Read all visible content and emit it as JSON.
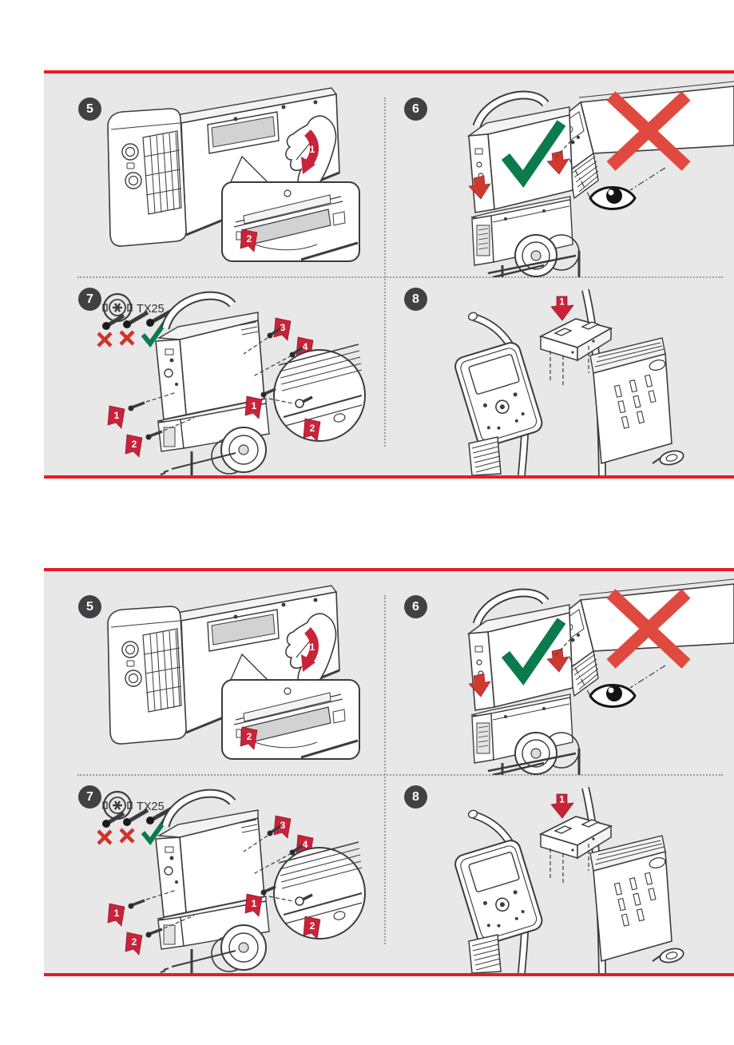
{
  "colors": {
    "accent_red": "#e81c25",
    "panel_background": "#e8e8e8",
    "page_background": "#ffffff",
    "badge_background": "#414042",
    "line_art": "#3c3c3c",
    "flag_red": "#c9233a",
    "cross_red": "#e0493f",
    "check_green": "#0b7a4d"
  },
  "panels": [
    {
      "steps": [
        {
          "number": "5",
          "icons": [
            "hand-icon",
            "red-arrow",
            "inset-detail"
          ],
          "callouts": [
            "1",
            "2"
          ]
        },
        {
          "number": "6",
          "icons": [
            "green-checkmark",
            "red-cross",
            "red-arrow-down",
            "eye-icon"
          ],
          "callouts": []
        },
        {
          "number": "7",
          "tool_label": "TX25",
          "icons": [
            "torx-bit-icon",
            "red-cross",
            "red-cross",
            "green-checkmark",
            "inset-detail"
          ],
          "callouts": [
            "1",
            "2",
            "3",
            "4"
          ],
          "inset_callouts": [
            "1",
            "2"
          ]
        },
        {
          "number": "8",
          "icons": [
            "red-arrow-down"
          ],
          "callouts": [
            "1"
          ]
        }
      ]
    },
    {
      "steps": [
        {
          "number": "5",
          "icons": [
            "hand-icon",
            "red-arrow",
            "inset-detail"
          ],
          "callouts": [
            "1",
            "2"
          ]
        },
        {
          "number": "6",
          "icons": [
            "green-checkmark",
            "red-cross",
            "red-arrow-down",
            "eye-icon"
          ],
          "callouts": []
        },
        {
          "number": "7",
          "tool_label": "TX25",
          "icons": [
            "torx-bit-icon",
            "red-cross",
            "red-cross",
            "green-checkmark",
            "inset-detail"
          ],
          "callouts": [
            "1",
            "2",
            "3",
            "4"
          ],
          "inset_callouts": [
            "1",
            "2"
          ]
        },
        {
          "number": "8",
          "icons": [
            "red-arrow-down"
          ],
          "callouts": [
            "1"
          ]
        }
      ]
    }
  ]
}
